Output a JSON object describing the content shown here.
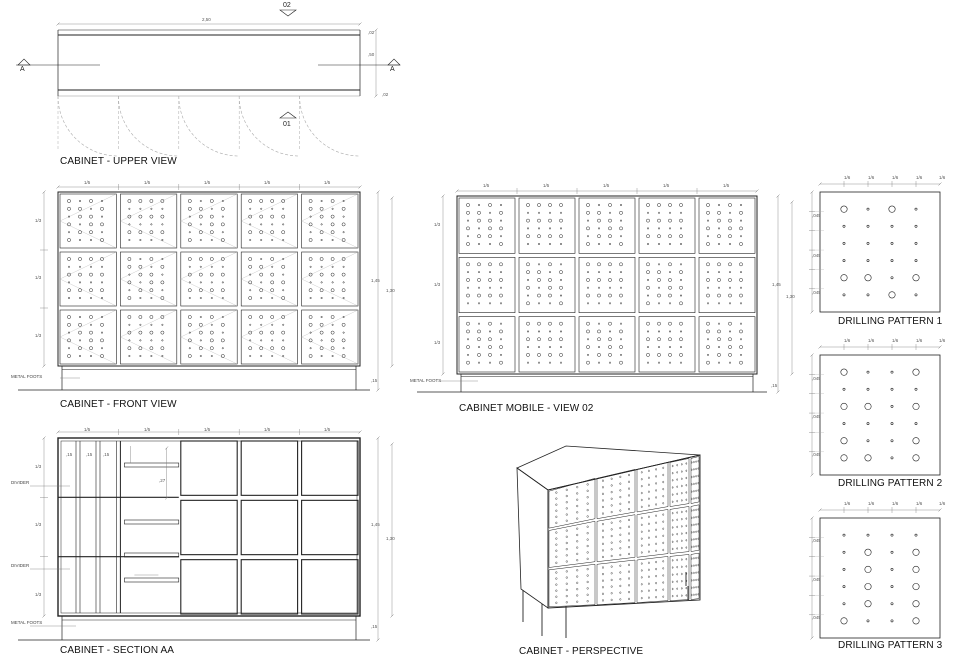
{
  "titles": {
    "upper_view": "CABINET - UPPER VIEW",
    "front_view": "CABINET - FRONT VIEW",
    "mobile_view": "CABINET MOBILE - VIEW 02",
    "section": "CABINET - SECTION AA",
    "perspective": "CABINET - PERSPECTIVE",
    "pattern1": "DRILLING PATTERN 1",
    "pattern2": "DRILLING PATTERN 2",
    "pattern3": "DRILLING PATTERN 3"
  },
  "markers": {
    "section_letter": "A",
    "view_02": "02",
    "view_01": "01"
  },
  "dims": {
    "upper_width": "2,50",
    "upper_depth_a": ",02",
    "upper_depth_b": ",50",
    "upper_depth_c": ",02",
    "module": "1/5",
    "row": "1/3",
    "height_total": "1,45",
    "height_body": "1,30",
    "foot": ",15",
    "sec_w1": ",15",
    "sec_w2": ",15",
    "sec_w3": ",15",
    "sec_h": ",27",
    "pat_sub": "1/6",
    "pat_row": ",045"
  },
  "notes": {
    "metal_foots": "METAL FOOTS",
    "divider": "DIVIDER"
  },
  "colors": {
    "line": "#222222",
    "thin": "#777777",
    "faint": "#aaaaaa"
  }
}
